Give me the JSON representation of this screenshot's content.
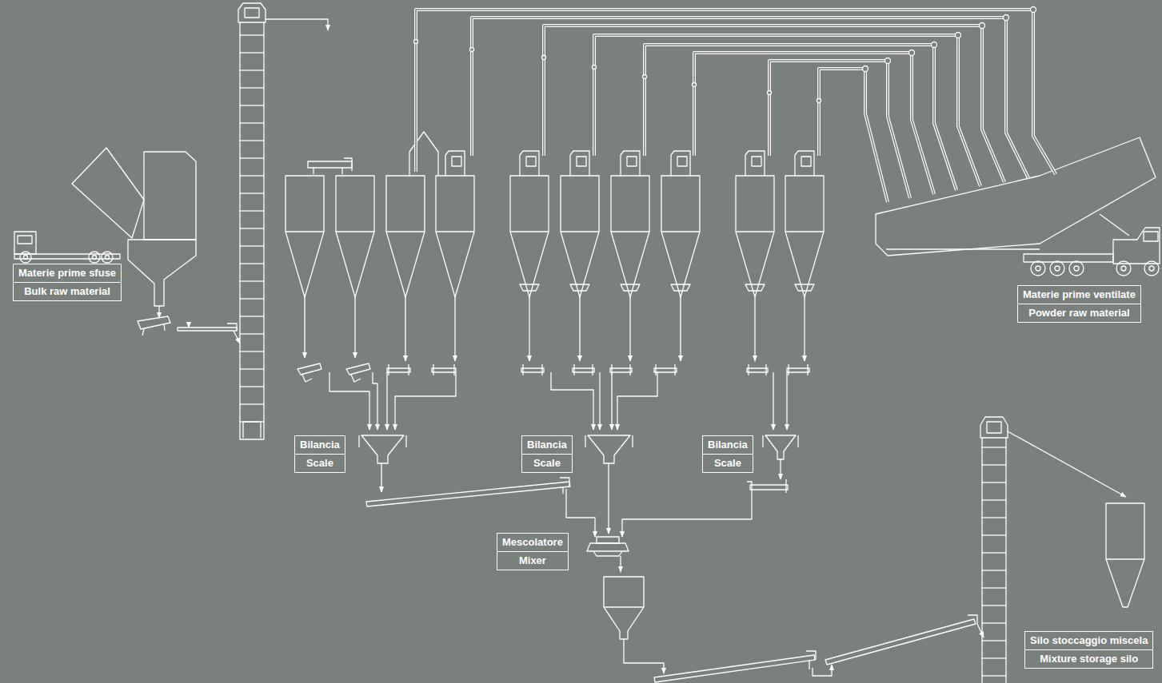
{
  "diagram": {
    "nodes": [
      {
        "text": [
          "Materie prime sfuse",
          "Bulk raw material"
        ]
      },
      {
        "text": [
          "Materie prime ventilate",
          "Powder raw material"
        ]
      },
      {
        "text": [
          "Bilancia",
          "Scale"
        ]
      },
      {
        "text": [
          "Bilancia",
          "Scale"
        ]
      },
      {
        "text": [
          "Bilancia",
          "Scale"
        ]
      },
      {
        "text": [
          "Mescolatore",
          "Mixer"
        ]
      },
      {
        "text": [
          "Silo stoccaggio miscela",
          "Mixture storage silo"
        ]
      }
    ]
  }
}
